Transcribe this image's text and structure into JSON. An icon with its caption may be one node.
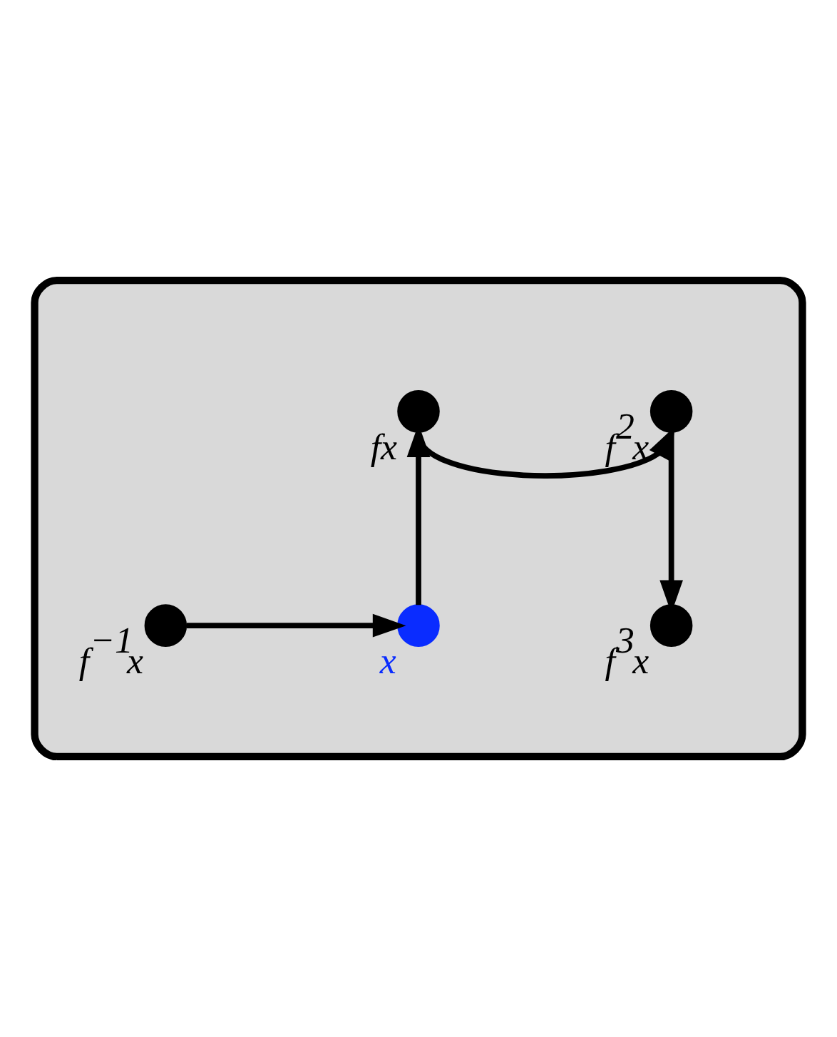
{
  "diagram": {
    "nodes": [
      {
        "text": [],
        "shape": "box"
      },
      {
        "text": [],
        "shape": "circle",
        "beside": [
          "fx"
        ],
        "in": 0
      },
      {
        "text": [],
        "shape": "circle",
        "beside": [
          "f$^{2}$x"
        ],
        "in": 0
      },
      {
        "text": [],
        "shape": "circle",
        "beside": [
          "f$^{3}$x"
        ],
        "in": 0
      },
      {
        "text": [],
        "shape": "circle",
        "beside": [
          "x"
        ],
        "in": 0
      },
      {
        "text": [],
        "shape": "circle",
        "beside": [
          "f$^{−1}$x"
        ],
        "in": 0
      }
    ],
    "edges": [
      {
        "from": 4,
        "to": 1,
        "arrow": "to"
      },
      {
        "from": 1,
        "to": 2,
        "arrow": "to"
      },
      {
        "from": 2,
        "to": 3,
        "arrow": "to"
      },
      {
        "from": 5,
        "to": 4,
        "arrow": "to"
      }
    ]
  }
}
